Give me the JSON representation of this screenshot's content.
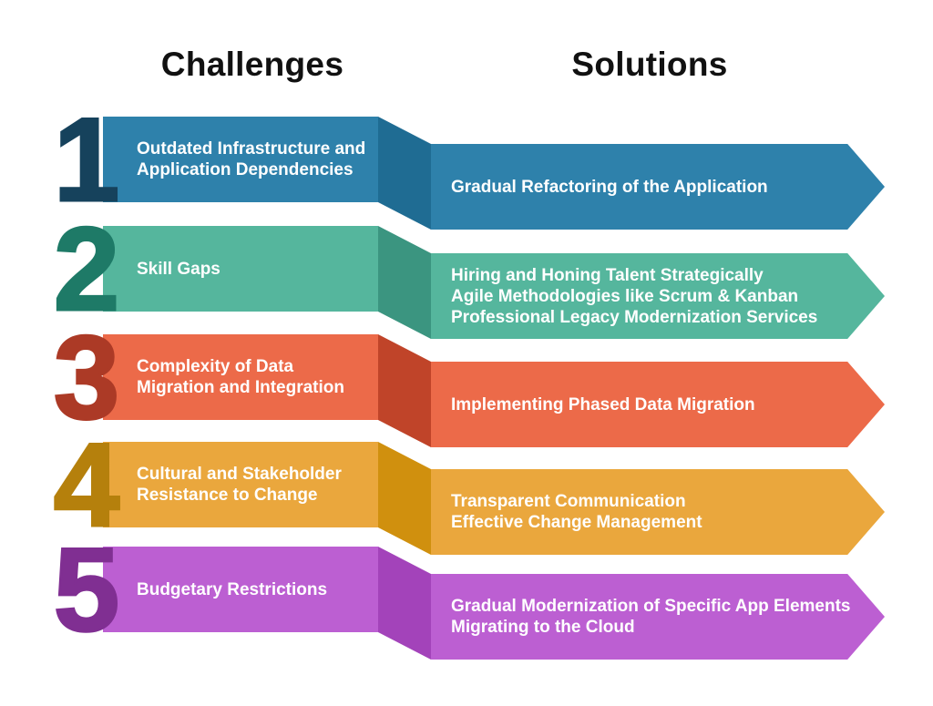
{
  "header": {
    "challenges_title": "Challenges",
    "solutions_title": "Solutions"
  },
  "text_color": "#FFFFFF",
  "background": "#FFFFFF",
  "rows": [
    {
      "number": "1",
      "challenge_lines": [
        "Outdated Infrastructure and",
        "Application Dependencies"
      ],
      "solution_lines": [
        "Gradual Refactoring of the Application"
      ],
      "colors": {
        "banner": "#2E81AB",
        "fold": "#1F6C93",
        "number": "#16425C"
      }
    },
    {
      "number": "2",
      "challenge_lines": [
        "Skill Gaps"
      ],
      "solution_lines": [
        "Hiring and Honing Talent Strategically",
        "Agile Methodologies like Scrum & Kanban",
        "Professional Legacy Modernization Services"
      ],
      "colors": {
        "banner": "#55B69D",
        "fold": "#3B9580",
        "number": "#1E7A67"
      }
    },
    {
      "number": "3",
      "challenge_lines": [
        "Complexity of Data",
        "Migration and Integration"
      ],
      "solution_lines": [
        "Implementing Phased Data Migration"
      ],
      "colors": {
        "banner": "#EC6A49",
        "fold": "#C04429",
        "number": "#AC3A26"
      }
    },
    {
      "number": "4",
      "challenge_lines": [
        "Cultural and Stakeholder",
        "Resistance to Change"
      ],
      "solution_lines": [
        "Transparent Communication",
        "Effective Change Management"
      ],
      "colors": {
        "banner": "#EAA73D",
        "fold": "#D0900E",
        "number": "#B5800C"
      }
    },
    {
      "number": "5",
      "challenge_lines": [
        "Budgetary Restrictions"
      ],
      "solution_lines": [
        "Gradual Modernization of Specific App Elements",
        "Migrating to the Cloud"
      ],
      "colors": {
        "banner": "#BC5FD2",
        "fold": "#A343BA",
        "number": "#802F92"
      }
    }
  ]
}
